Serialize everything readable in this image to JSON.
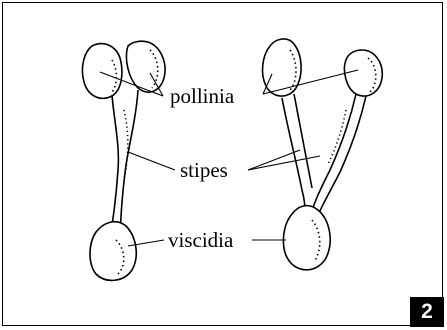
{
  "figure": {
    "labels": {
      "pollinia": "pollinia",
      "stipes": "stipes",
      "viscidia": "viscidia"
    },
    "figure_number": "2",
    "ink_color": "#000000",
    "background_color": "#ffffff"
  }
}
